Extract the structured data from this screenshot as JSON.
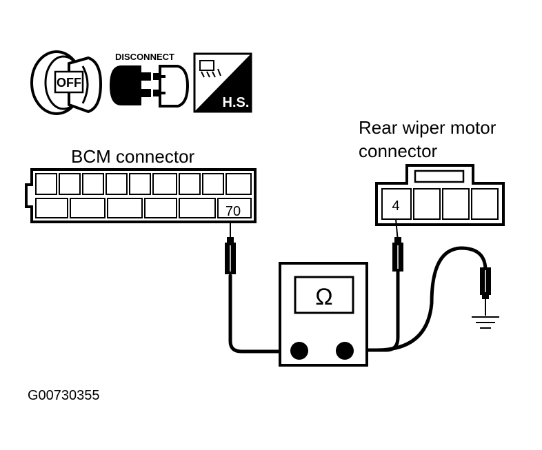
{
  "icons": {
    "ignition_text": "OFF",
    "disconnect_text": "DISCONNECT",
    "harness_text": "H.S."
  },
  "labels": {
    "bcm_connector": "BCM connector",
    "rear_wiper_line1": "Rear wiper motor",
    "rear_wiper_line2": "connector",
    "bcm_terminal": "70",
    "wiper_terminal": "4",
    "meter_symbol": "Ω",
    "figure_code": "G00730355"
  }
}
